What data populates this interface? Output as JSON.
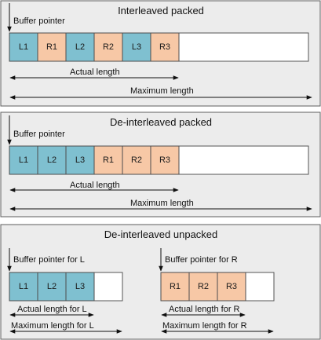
{
  "panels": [
    {
      "title": "Interleaved packed",
      "pointer_labels": [
        "Buffer pointer"
      ],
      "cells": [
        {
          "label": "L1",
          "channel": "L"
        },
        {
          "label": "R1",
          "channel": "R"
        },
        {
          "label": "L2",
          "channel": "L"
        },
        {
          "label": "R2",
          "channel": "R"
        },
        {
          "label": "L3",
          "channel": "L"
        },
        {
          "label": "R3",
          "channel": "R"
        }
      ],
      "actual_labels": [
        "Actual length"
      ],
      "maximum_labels": [
        "Maximum length"
      ]
    },
    {
      "title": "De-interleaved packed",
      "pointer_labels": [
        "Buffer pointer"
      ],
      "cells": [
        {
          "label": "L1",
          "channel": "L"
        },
        {
          "label": "L2",
          "channel": "L"
        },
        {
          "label": "L3",
          "channel": "L"
        },
        {
          "label": "R1",
          "channel": "R"
        },
        {
          "label": "R2",
          "channel": "R"
        },
        {
          "label": "R3",
          "channel": "R"
        }
      ],
      "actual_labels": [
        "Actual length"
      ],
      "maximum_labels": [
        "Maximum length"
      ]
    },
    {
      "title": "De-interleaved unpacked",
      "pointer_labels": [
        "Buffer pointer for L",
        "Buffer pointer for R"
      ],
      "cells": [
        {
          "label": "L1",
          "channel": "L"
        },
        {
          "label": "L2",
          "channel": "L"
        },
        {
          "label": "L3",
          "channel": "L"
        },
        {
          "label": "R1",
          "channel": "R"
        },
        {
          "label": "R2",
          "channel": "R"
        },
        {
          "label": "R3",
          "channel": "R"
        }
      ],
      "actual_labels": [
        "Actual length for L",
        "Actual length for R"
      ],
      "maximum_labels": [
        "Maximum length for L",
        "Maximum length for R"
      ]
    }
  ],
  "colors": {
    "left_channel": "#7fc0d0",
    "right_channel": "#f7c8a6",
    "panel_background": "#ececec"
  }
}
